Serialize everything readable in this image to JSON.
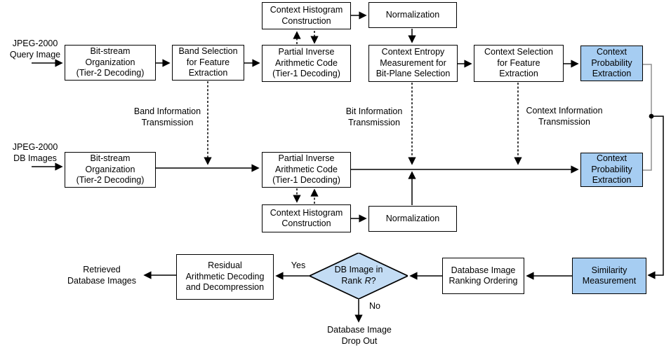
{
  "inputs": {
    "query": "JPEG-2000\nQuery Image",
    "db": "JPEG-2000\nDB Images"
  },
  "nodes": {
    "bitstream_org": "Bit-stream\nOrganization\n(Tier-2 Decoding)",
    "band_selection": "Band Selection\nfor Feature\nExtraction",
    "context_histogram": "Context Histogram\nConstruction",
    "normalization": "Normalization",
    "partial_inverse": "Partial Inverse\nArithmetic Code\n(Tier-1 Decoding)",
    "context_entropy": "Context Entropy\nMeasurement for\nBit-Plane Selection",
    "context_selection": "Context Selection\nfor Feature\nExtraction",
    "context_probability": "Context\nProbability\nExtraction",
    "similarity": "Similarity\nMeasurement",
    "db_ranking": "Database Image\nRanking Ordering",
    "residual": "Residual\nArithmetic Decoding\nand Decompression"
  },
  "decision": {
    "line1": "DB Image in",
    "rank_prefix": "Rank",
    "rank_var": "R",
    "rank_suffix": "?"
  },
  "edge_labels": {
    "band_info": "Band Information\nTransmission",
    "bit_info": "Bit Information\nTransmission",
    "context_info": "Context Information\nTransmission",
    "yes": "Yes",
    "no": "No"
  },
  "outputs": {
    "retrieved": "Retrieved\nDatabase Images",
    "drop_out": "Database Image\nDrop Out"
  },
  "colors": {
    "node_fill": "#ffffff",
    "highlight_fill": "#a6cdf2",
    "decision_fill": "#c3dcf4",
    "border": "#000000",
    "connector_gray": "#909090"
  }
}
